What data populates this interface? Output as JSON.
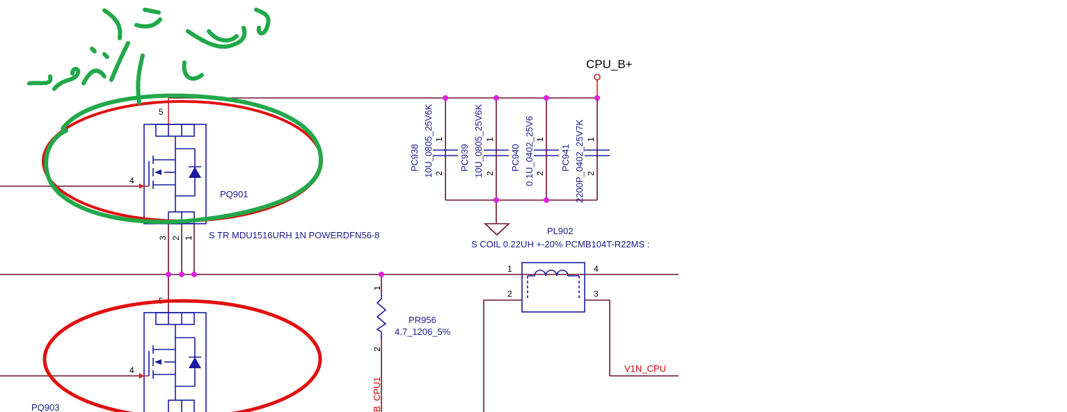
{
  "power_rail": {
    "label": "CPU_B+"
  },
  "mosfet_top": {
    "ref": "PQ901",
    "desc": "S TR MDU1516URH 1N POWERDFN56-8",
    "pins": {
      "gate": "4",
      "drain": "5",
      "s3": "3",
      "s2": "2",
      "s1": "1"
    }
  },
  "mosfet_bottom": {
    "ref": "PQ903",
    "pins": {
      "gate": "4",
      "drain": "5"
    }
  },
  "capacitors": [
    {
      "ref": "PC938",
      "value": "10U_0805_25V6K",
      "pin1": "1",
      "pin2": "2"
    },
    {
      "ref": "PC939",
      "value": "10U_0805_25V6K",
      "pin1": "1",
      "pin2": "2"
    },
    {
      "ref": "PC940",
      "value": "0.1U_0402_25V6",
      "pin1": "1",
      "pin2": "2"
    },
    {
      "ref": "PC941",
      "value": "2200P_0402_25V7K",
      "pin1": "1",
      "pin2": "2"
    }
  ],
  "inductor": {
    "ref": "PL902",
    "desc": "S COIL 0.22UH +-20% PCMB104T-R22MS :",
    "pins": {
      "p1": "1",
      "p2": "2",
      "p3": "3",
      "p4": "4"
    }
  },
  "resistor": {
    "ref": "PR956",
    "value": "4.7_1206_5%",
    "pins": {
      "p1": "1",
      "p2": "2"
    }
  },
  "nets": {
    "output": "V1N_CPU",
    "boot": "B_CPU1"
  },
  "annotation_colors": {
    "handwriting": "#22a84a",
    "circle": "#e01010",
    "wire": "#6b1030",
    "component": "#1a1aa0"
  }
}
